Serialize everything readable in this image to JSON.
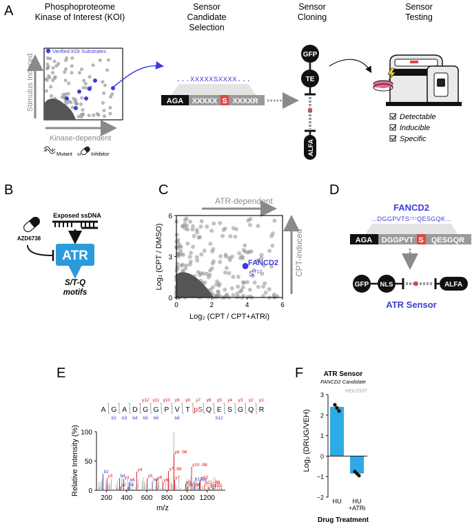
{
  "panels": {
    "a": {
      "letter": "A",
      "col1_title": [
        "Phosphoproteome",
        "Kinase of Interest (KOI)"
      ],
      "col2_title": [
        "Sensor",
        "Candidate",
        "Selection"
      ],
      "col3_title": [
        "Sensor",
        "Cloning"
      ],
      "col4_title": [
        "Sensor",
        "Testing"
      ],
      "legend_label": "Verified KOI Substrates",
      "y_axis_label": "Stimulus Induced",
      "x_axis_label": "Kinase-dependent",
      "mutant_label": "Mutant",
      "or_label": "or",
      "inhibitor_label": "Inhibitor",
      "motif_text": "...XXXXXSXXXX...",
      "seq_prefix": "AGA",
      "seq_left": "XXXXX",
      "seq_site": "S",
      "seq_right": "XXXXR",
      "gfp_label": "GFP",
      "te_label": "TE",
      "alfa_label": "ALFA",
      "checks": [
        "Detectable",
        "Inducible",
        "Specific"
      ],
      "colors": {
        "substrate": "#3b3bdb",
        "site": "#e04646",
        "dark": "#111111"
      }
    },
    "b": {
      "letter": "B",
      "ssdna_label": "Exposed ssDNA",
      "inhibitor_label": "AZD6738",
      "kinase_label": "ATR",
      "motif_label": [
        "S/T-Q",
        "motifs"
      ],
      "colors": {
        "atr": "#2b9bdb"
      }
    },
    "c": {
      "letter": "C",
      "x_axis_label": "ATR-dependent",
      "y_axis_label": "CPT-induced",
      "y_label": "Log₂ (CPT / DMSO)",
      "x_label": "Log₂ (CPT / CPT+ATRi)",
      "highlight_label": "FANCD2",
      "highlight_site": "S",
      "highlight_sup": "717",
      "x_ticks": [
        "0",
        "2",
        "4",
        "6"
      ],
      "y_ticks": [
        "0",
        "3",
        "6"
      ],
      "highlight_point": {
        "x": 3.9,
        "y": 2.3
      }
    },
    "d": {
      "letter": "D",
      "protein_label": "FANCD2",
      "motif_text": "...DGGPVTS⁷¹⁷QESGQK...",
      "seq_prefix": "AGA",
      "seq_left": "DGGPVT",
      "seq_site": "S",
      "seq_right": "QESGQR",
      "gfp_label": "GFP",
      "nls_label": "NLS",
      "alfa_label": "ALFA",
      "sensor_label": "ATR Sensor"
    },
    "e": {
      "letter": "E",
      "peptide": [
        "A",
        "G",
        "A",
        "D",
        "G",
        "G",
        "P",
        "V",
        "T",
        "pS",
        "Q",
        "E",
        "S",
        "G",
        "Q",
        "R"
      ],
      "y_ions": [
        "y12",
        "y11",
        "y10",
        "y9",
        "y8",
        "y7",
        "y6",
        "y5",
        "y4",
        "y3",
        "y2",
        "y1"
      ],
      "b_ions": [
        "b2",
        "b3",
        "b4",
        "b5",
        "b6",
        "b8",
        "b12"
      ],
      "y_label": "Relative Intensity (%)",
      "x_label": "m/z",
      "x_ticks": [
        "200",
        "400",
        "600",
        "800",
        "1000",
        "1200"
      ],
      "y_ticks": [
        "0",
        "50",
        "100"
      ],
      "peak_labels": [
        {
          "text": "y8 -98",
          "mz": 870,
          "rel": 62,
          "color": "red"
        },
        {
          "text": "y10 -98",
          "mz": 1045,
          "rel": 40,
          "color": "red"
        },
        {
          "text": "y7 -98",
          "mz": 815,
          "rel": 33,
          "color": "red"
        },
        {
          "text": "y4",
          "mz": 500,
          "rel": 32,
          "color": "red"
        },
        {
          "text": "y7",
          "mz": 875,
          "rel": 18,
          "color": "red"
        },
        {
          "text": "y10",
          "mz": 1130,
          "rel": 18,
          "color": "red"
        },
        {
          "text": "b2",
          "mz": 165,
          "rel": 28,
          "color": "blue"
        },
        {
          "text": "y3",
          "mz": 205,
          "rel": 21,
          "color": "red"
        },
        {
          "text": "b4",
          "mz": 330,
          "rel": 21,
          "color": "blue"
        },
        {
          "text": "y3",
          "mz": 370,
          "rel": 18,
          "color": "red"
        },
        {
          "text": "b6",
          "mz": 425,
          "rel": 14,
          "color": "blue"
        },
        {
          "text": "y5",
          "mz": 605,
          "rel": 21,
          "color": "red"
        },
        {
          "text": "y6",
          "mz": 700,
          "rel": 18,
          "color": "red"
        },
        {
          "text": "b8",
          "mz": 655,
          "rel": 15,
          "color": "blue"
        },
        {
          "text": "y6",
          "mz": 760,
          "rel": 14,
          "color": "red"
        },
        {
          "text": "y2",
          "mz": 340,
          "rel": 6,
          "color": "red"
        },
        {
          "text": "b5",
          "mz": 415,
          "rel": 6,
          "color": "blue"
        },
        {
          "text": "b12",
          "mz": 1070,
          "rel": 16,
          "color": "blue"
        },
        {
          "text": "-98",
          "mz": 1125,
          "rel": 15,
          "color": "blue"
        },
        {
          "text": "y9",
          "mz": 985,
          "rel": 10,
          "color": "red"
        },
        {
          "text": "y9 -98",
          "mz": 1005,
          "rel": 6,
          "color": "red"
        },
        {
          "text": "y11 -98",
          "mz": 1175,
          "rel": 10,
          "color": "red"
        },
        {
          "text": "y11",
          "mz": 1220,
          "rel": 5,
          "color": "red"
        },
        {
          "text": "y12",
          "mz": 1265,
          "rel": 5,
          "color": "red"
        }
      ]
    },
    "f": {
      "letter": "F",
      "title": "ATR Sensor",
      "subtitle": "FANCD2 Candidate",
      "cell_line": "HEK293T",
      "y_label": "Log₂ (DRUG/VEH)",
      "x_label": "Drug Treatment",
      "y_ticks": [
        "−2",
        "−1",
        "0",
        "1",
        "2",
        "3"
      ],
      "categories": [
        [
          "HU"
        ],
        [
          "HU",
          "+ATRi"
        ]
      ],
      "values": [
        2.4,
        -0.85
      ],
      "points": [
        [
          2.5,
          2.35,
          2.2
        ],
        [
          -0.75,
          -0.85,
          -0.95
        ]
      ],
      "colors": {
        "bar": "#2eaae6"
      }
    }
  },
  "chart_data": [
    {
      "type": "scatter",
      "xlabel": "Log₂ (CPT / CPT+ATRi)",
      "ylabel": "Log₂ (CPT / DMSO)",
      "xlim": [
        0,
        6
      ],
      "ylim": [
        0,
        6
      ],
      "grid": false,
      "highlight": {
        "name": "FANCD2 S717",
        "x": 3.9,
        "y": 2.3
      }
    },
    {
      "type": "bar",
      "title": "ATR Sensor",
      "categories": [
        "HU",
        "HU +ATRi"
      ],
      "values": [
        2.4,
        -0.85
      ],
      "xlabel": "Drug Treatment",
      "ylabel": "Log₂ (DRUG/VEH)",
      "ylim": [
        -2,
        3
      ]
    }
  ]
}
